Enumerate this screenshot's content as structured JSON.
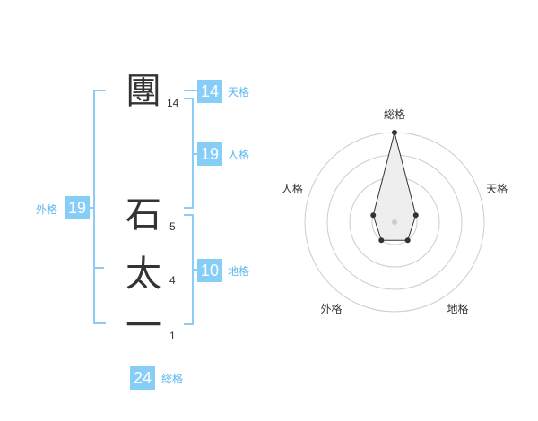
{
  "name": {
    "characters": [
      {
        "char": "團",
        "strokes": "14"
      },
      {
        "char": "石",
        "strokes": "5"
      },
      {
        "char": "太",
        "strokes": "4"
      },
      {
        "char": "一",
        "strokes": "1"
      }
    ]
  },
  "fortunes": {
    "tenkaku": {
      "label": "天格",
      "value": "14"
    },
    "jinkaku": {
      "label": "人格",
      "value": "19"
    },
    "chikaku": {
      "label": "地格",
      "value": "10"
    },
    "gaikaku": {
      "label": "外格",
      "value": "19"
    },
    "soukaku": {
      "label": "総格",
      "value": "24"
    }
  },
  "radar": {
    "axes": [
      "総格",
      "天格",
      "地格",
      "外格",
      "人格"
    ],
    "levels": 4,
    "values": [
      4,
      1,
      1,
      1,
      1
    ],
    "max": 4,
    "colors": {
      "grid": "#cccccc",
      "fill": "#eeeeee",
      "line": "#333333",
      "center": "#cccccc"
    }
  }
}
